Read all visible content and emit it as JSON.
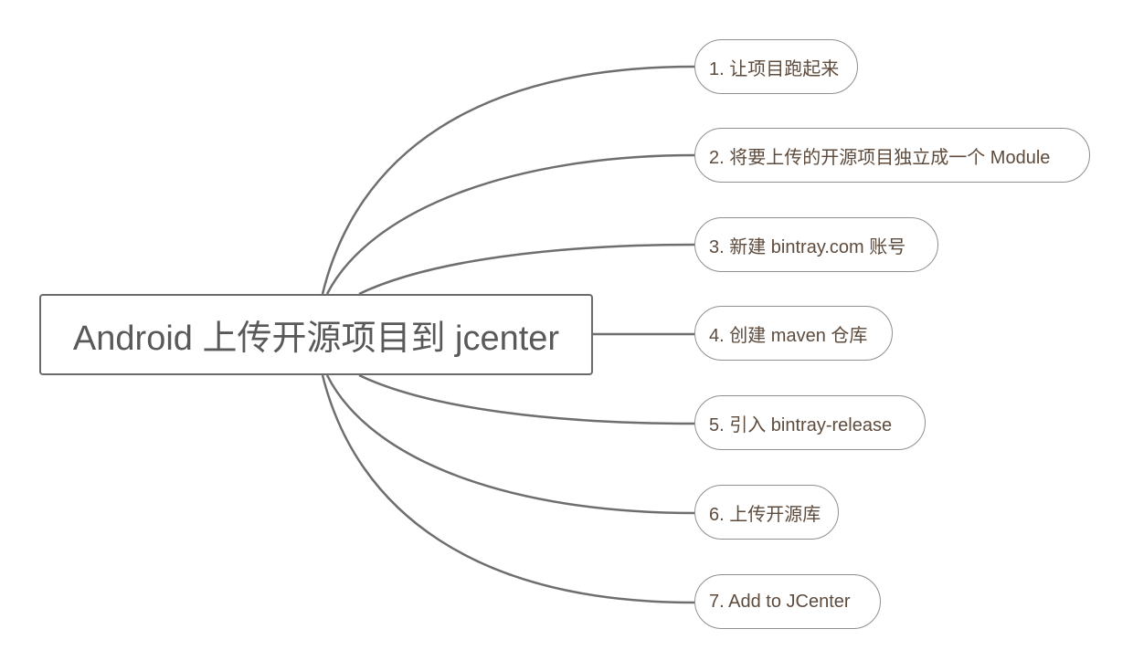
{
  "root": {
    "title": "Android 上传开源项目到 jcenter"
  },
  "branches": [
    {
      "label": "1. 让项目跑起来"
    },
    {
      "label": "2. 将要上传的开源项目独立成一个 Module"
    },
    {
      "label": "3. 新建 bintray.com 账号"
    },
    {
      "label": "4. 创建 maven 仓库"
    },
    {
      "label": "5. 引入 bintray-release"
    },
    {
      "label": "6. 上传开源库"
    },
    {
      "label": "7. Add to JCenter"
    }
  ],
  "colors": {
    "root_border": "#6a6a6a",
    "root_text": "#595959",
    "branch_border": "#8f8f8f",
    "branch_text": "#5d4b3d",
    "connector": "#6e6e6e"
  }
}
